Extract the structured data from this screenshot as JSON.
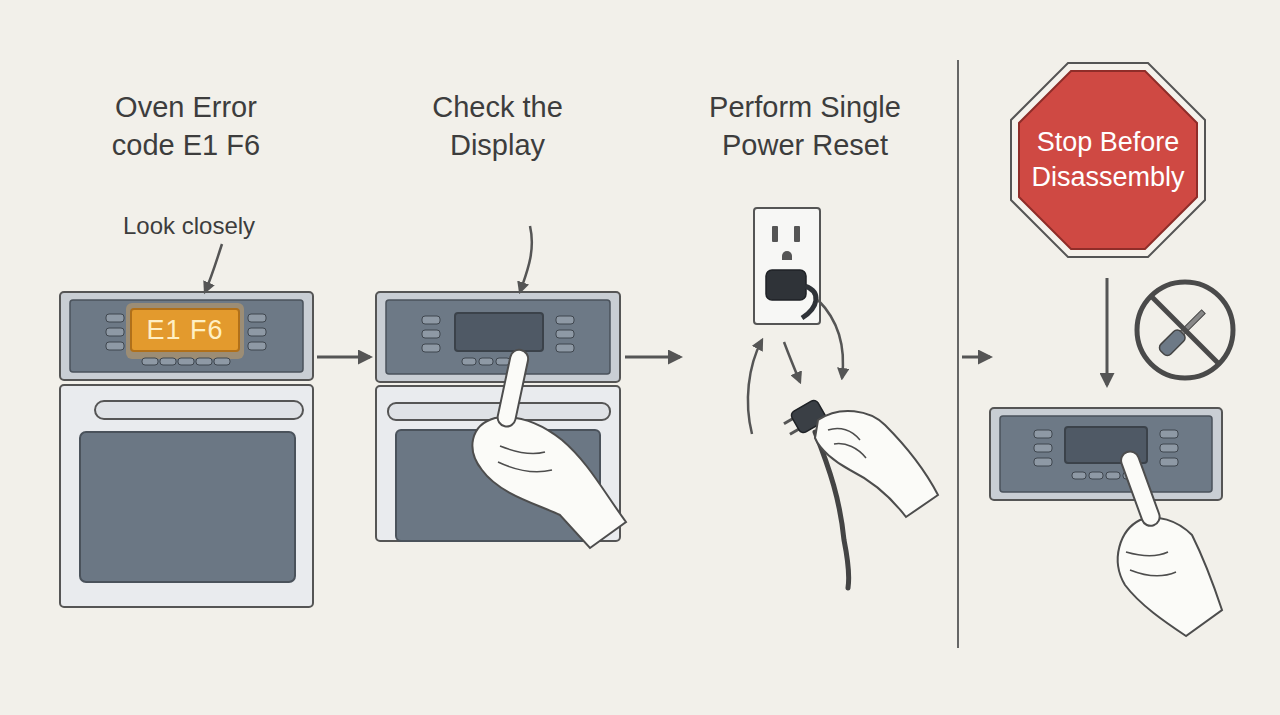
{
  "diagram": {
    "nodes": [
      {
        "text": [
          "Oven Error code E1 F6"
        ]
      },
      {
        "text": [
          "E1 F6"
        ],
        "in": 0
      },
      {
        "text": [
          "Check the Display"
        ]
      },
      {
        "text": [
          "Perform Single Power Reset"
        ]
      },
      {
        "text": [
          "Stop Before Disassembly"
        ]
      }
    ],
    "edges": [
      {
        "from": 0,
        "to": 2,
        "arrow": "to"
      },
      {
        "from": 2,
        "to": 3,
        "arrow": "to"
      }
    ],
    "labels": [
      "Look closely"
    ]
  }
}
